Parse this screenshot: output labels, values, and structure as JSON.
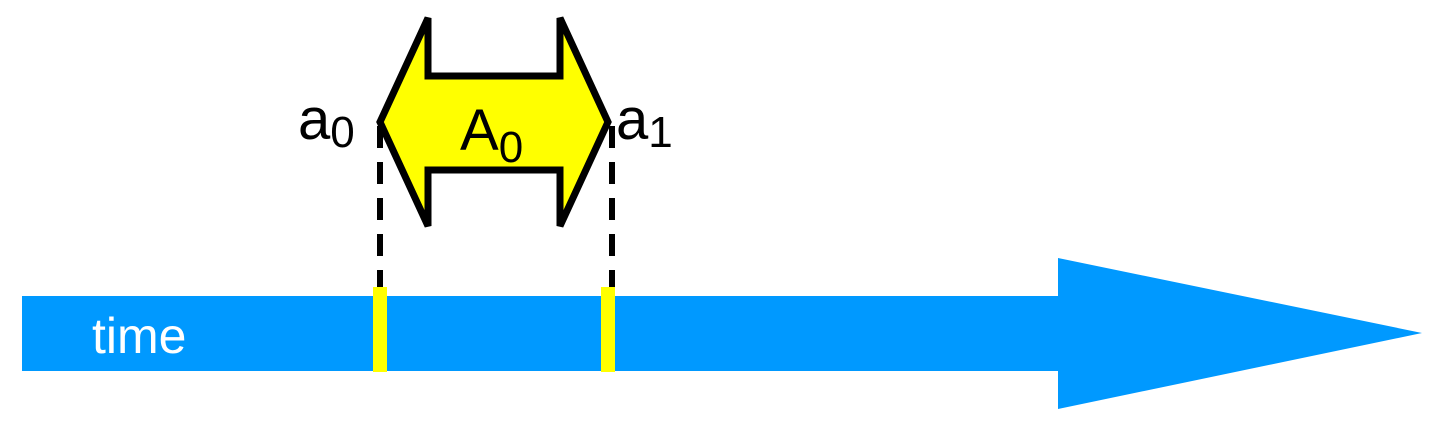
{
  "colors": {
    "timeline": "#0099ff",
    "interval_arrow": "#ffff00",
    "outline": "#000000",
    "markers": "#ffff00",
    "time_text": "#ffffff",
    "background": "#ffffff"
  },
  "timeline": {
    "label": "time"
  },
  "interval": {
    "label_base": "A",
    "label_sub": "0"
  },
  "start_point": {
    "label_base": "a",
    "label_sub": "0"
  },
  "end_point": {
    "label_base": "a",
    "label_sub": "1"
  }
}
